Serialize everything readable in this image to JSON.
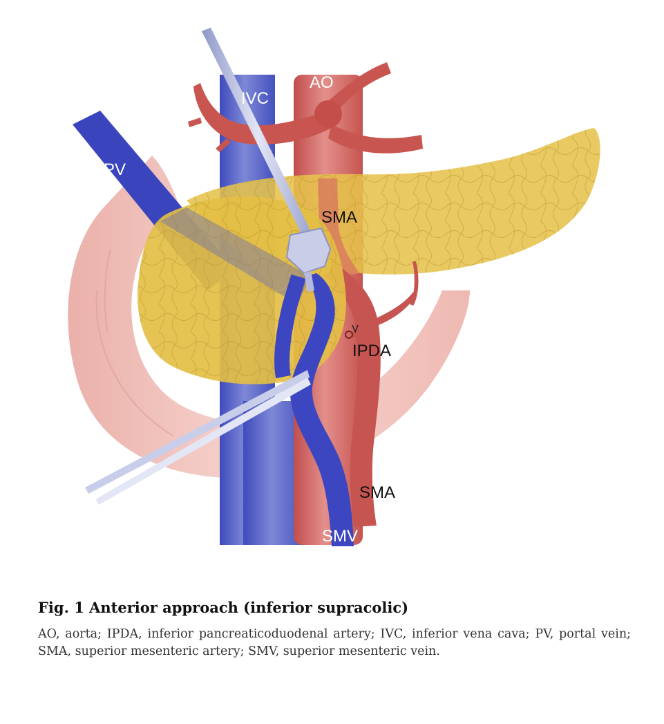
{
  "labels": {
    "ao": "AO",
    "ivc": "IVC",
    "pv": "PV",
    "sma_upper": "SMA",
    "ipda": "IPDA",
    "sma_lower": "SMA",
    "smv": "SMV"
  },
  "caption": {
    "title": "Fig. 1 Anterior approach (inferior supracolic)",
    "body": "AO, aorta; IPDA, inferior pancreaticoduodenal artery; IVC, inferior vena cava; PV, portal vein; SMA, superior mesenteric artery; SMV, superior mesenteric vein."
  },
  "colors": {
    "vein": "#3b46c0",
    "ivc": "#5561c9",
    "artery": "#c9544f",
    "aorta": "#cf6966",
    "pancreas": "#e6c34c",
    "duodenum": "#f3c2bd"
  }
}
